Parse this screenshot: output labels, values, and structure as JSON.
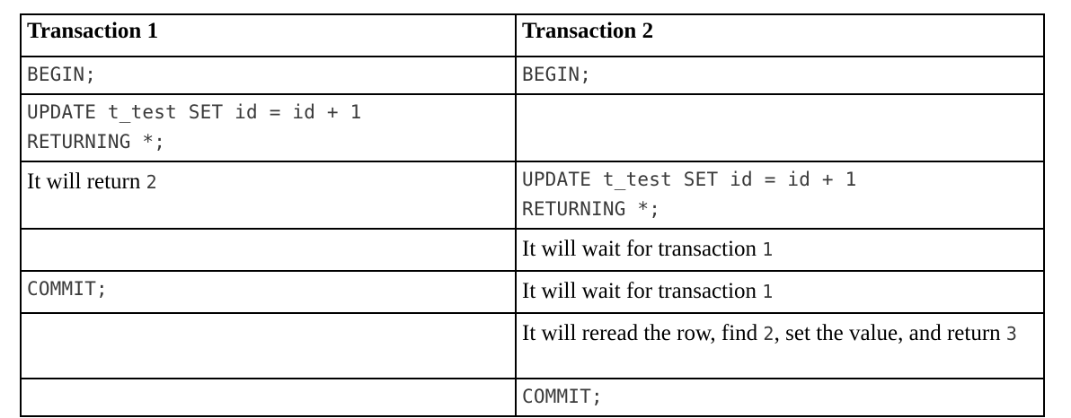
{
  "table": {
    "headers": [
      "Transaction 1",
      "Transaction 2"
    ],
    "rows": [
      {
        "id": "row-begin",
        "left": {
          "text": "BEGIN;",
          "style": "code"
        },
        "right": {
          "text": "BEGIN;",
          "style": "code"
        }
      },
      {
        "id": "row-update-tx1",
        "left": {
          "text": "UPDATE t_test SET id = id + 1\nRETURNING *;",
          "style": "code"
        },
        "right": {
          "text": "",
          "style": "empty"
        }
      },
      {
        "id": "row-return-2",
        "left": {
          "text": "It will return ",
          "number": "2",
          "style": "prose"
        },
        "right": {
          "text": "UPDATE t_test SET id = id + 1\nRETURNING *;",
          "style": "code"
        }
      },
      {
        "id": "row-wait-1",
        "left": {
          "text": "",
          "style": "empty"
        },
        "right": {
          "text": "It will wait for transaction ",
          "number": "1",
          "style": "prose"
        }
      },
      {
        "id": "row-commit-tx1",
        "left": {
          "text": "COMMIT;",
          "style": "code"
        },
        "right": {
          "text": "It will wait for transaction ",
          "number": "1",
          "style": "prose"
        }
      },
      {
        "id": "row-reread",
        "left": {
          "text": "",
          "style": "empty"
        },
        "right": {
          "prefix": "It will reread the row, find ",
          "number": "2",
          "middle": ", set the value, and return ",
          "number2": "3",
          "style": "prose-multi"
        }
      },
      {
        "id": "row-commit-tx2",
        "left": {
          "text": "",
          "style": "empty"
        },
        "right": {
          "text": "COMMIT;",
          "style": "code"
        }
      }
    ]
  },
  "colors": {
    "border": "#000000",
    "prose_text": "#000000",
    "code_text": "#3a3a3a",
    "background": "#ffffff"
  }
}
